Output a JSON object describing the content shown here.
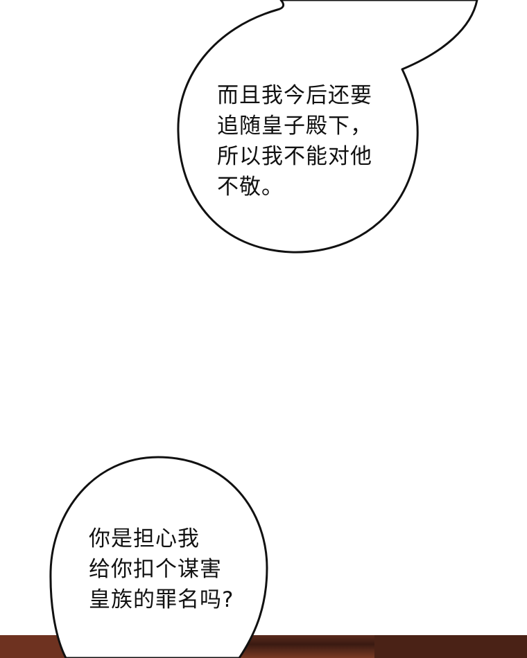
{
  "bubbles": {
    "top": {
      "lines": [
        "而且我今后还要",
        "追随皇子殿下，",
        "所以我不能对他",
        "不敬。"
      ]
    },
    "bottom": {
      "lines": [
        "你是担心我",
        "给你扣个谋害",
        "皇族的罪名吗?"
      ]
    }
  },
  "colors": {
    "background": "#ffffff",
    "bubble_fill": "#ffffff",
    "bubble_stroke": "#111111",
    "text": "#111111",
    "floor": "#5a2a1c"
  }
}
